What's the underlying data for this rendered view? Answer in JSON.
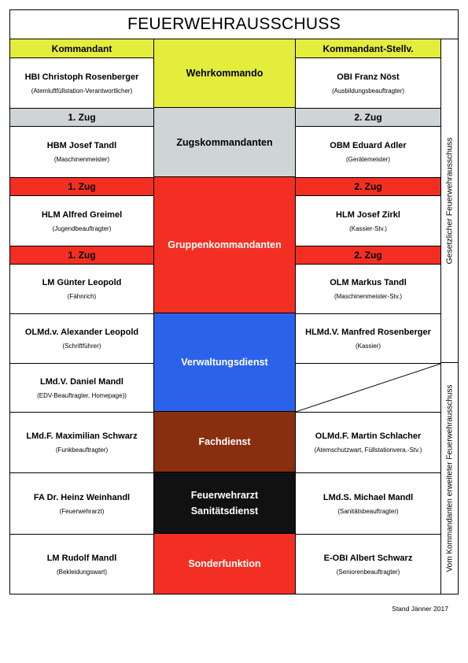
{
  "title": "FEUERWEHRAUSSCHUSS",
  "colors": {
    "yellow": "#e4ec3c",
    "grey": "#cfd4d6",
    "red": "#f22f22",
    "blue": "#2b62ea",
    "brown": "#8a2e10",
    "black": "#111111"
  },
  "left": {
    "header": "Kommandant",
    "zug1": "1. Zug",
    "gzug1": "1. Zug",
    "gzug2": "1. Zug",
    "persons": [
      {
        "name": "HBI Christoph Rosenberger",
        "func": "(Atemluftfüllstation-Verantwortlicher)"
      },
      {
        "name": "HBM Josef Tandl",
        "func": "(Maschinenmeister)"
      },
      {
        "name": "HLM Alfred Greimel",
        "func": "(Jugendbeauftragter)"
      },
      {
        "name": "LM Günter Leopold",
        "func": "(Fähnrich)"
      },
      {
        "name": "OLMd.v. Alexander Leopold",
        "func": "(Schriftführer)"
      },
      {
        "name": "LMd.V. Daniel Mandl",
        "func": "(EDV-Beauftragter, Homepage))"
      },
      {
        "name": "LMd.F. Maximilian Schwarz",
        "func": "(Funkbeauftragter)"
      },
      {
        "name": "FA Dr. Heinz Weinhandl",
        "func": "(Feuerwehrarzt)"
      },
      {
        "name": "LM Rudolf Mandl",
        "func": "(Bekleidungswart)"
      }
    ]
  },
  "right": {
    "header": "Kommandant-Stellv.",
    "zug1": "2. Zug",
    "gzug1": "2. Zug",
    "gzug2": "2. Zug",
    "persons": [
      {
        "name": "OBI Franz Nöst",
        "func": "(Ausbildungsbeauftragter)"
      },
      {
        "name": "OBM Eduard Adler",
        "func": "(Gerätemeister)"
      },
      {
        "name": "HLM Josef Zirkl",
        "func": "(Kassier-Stv.)"
      },
      {
        "name": "OLM Markus Tandl",
        "func": "(Maschinenmeister-Stv.)"
      },
      {
        "name": "HLMd.V. Manfred Rosenberger",
        "func": "(Kassier)"
      },
      {
        "name": "OLMd.F. Martin Schlacher",
        "func": "(Atemschutzwart, Füllstationvera.-Stv.)"
      },
      {
        "name": "LMd.S. Michael Mandl",
        "func": "(Sanitätsbeauftragter)"
      },
      {
        "name": "E-OBI Albert Schwarz",
        "func": "(Seniorenbeauftragter)"
      }
    ]
  },
  "center": {
    "wehrkommando": "Wehrkommando",
    "zugskommandanten": "Zugskommandanten",
    "gruppenkommandanten": "Gruppenkommandanten",
    "verwaltungsdienst": "Verwaltungsdienst",
    "fachdienst": "Fachdienst",
    "feuerwehrarzt": "Feuerwehrarzt",
    "sanitaetsdienst": "Sanitätsdienst",
    "sonderfunktion": "Sonderfunktion"
  },
  "side": {
    "gesetzlich": "Gesetzlicher Feuerwehrausschuss",
    "erweitert": "Vom Kommandanten erweiteter Feuerwehrausschuss"
  },
  "footer": "Stand Jänner 2017"
}
